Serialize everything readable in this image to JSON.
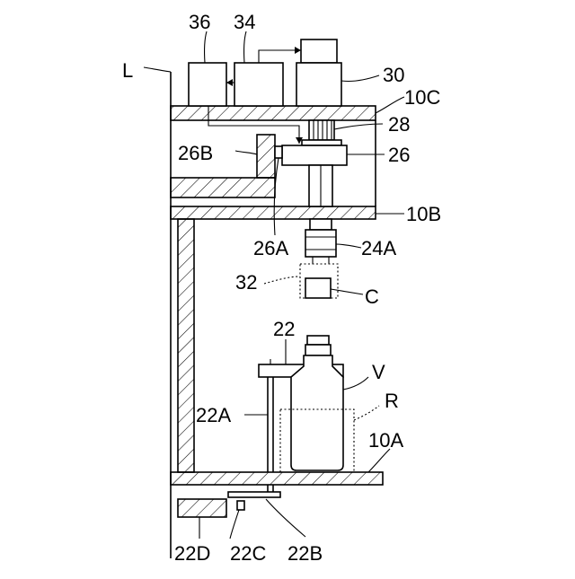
{
  "labels": {
    "l": "L",
    "n36": "36",
    "n34": "34",
    "n30": "30",
    "n10c": "10C",
    "n28": "28",
    "n26": "26",
    "n26b": "26B",
    "n10b": "10B",
    "n26a": "26A",
    "n24a": "24A",
    "n32": "32",
    "c": "C",
    "n22": "22",
    "v": "V",
    "r": "R",
    "n22a": "22A",
    "n10a": "10A",
    "n22d": "22D",
    "n22c": "22C",
    "n22b": "22B"
  }
}
